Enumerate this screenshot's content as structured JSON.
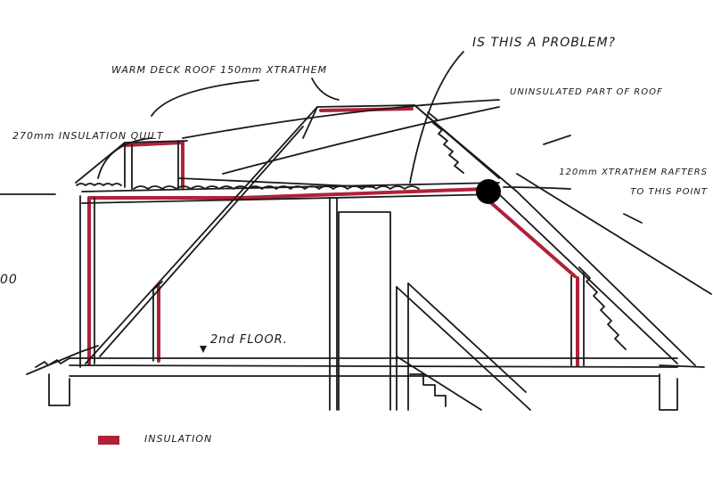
{
  "annotations": {
    "question": "IS THIS A PROBLEM?",
    "warm_deck": "WARM DECK ROOF 150mm XTRATHEM",
    "uninsulated": "UNINSULATED PART OF ROOF",
    "insulation_quilt": "270mm INSULATION QUILT",
    "xtratherm_rafters": "120mm XTRATHEM RAFTERS TO THIS POINT",
    "floor": "2nd FLOOR.",
    "left_edge": "00"
  },
  "legend": {
    "label": "INSULATION",
    "color": "#b0213a"
  },
  "colors": {
    "ink": "#1a1a1a",
    "insulation": "#b0213a"
  }
}
